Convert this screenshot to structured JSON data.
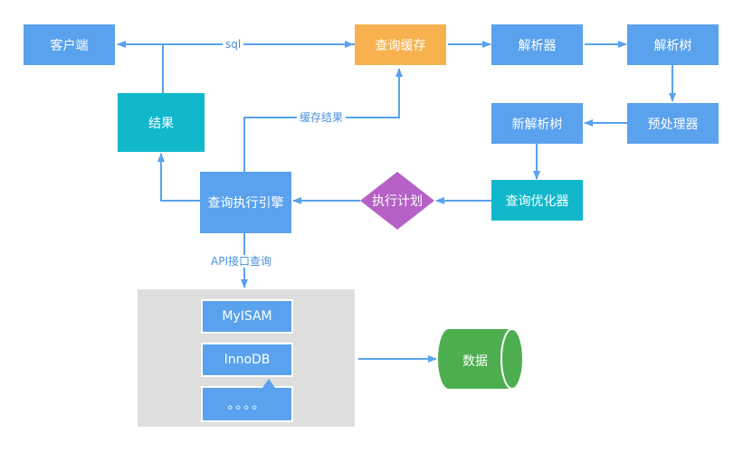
{
  "nodes": {
    "client": "客户端",
    "query_cache": "查询缓存",
    "parser": "解析器",
    "parse_tree": "解析树",
    "result": "结果",
    "new_parse_tree": "新解析树",
    "preprocessor": "预处理器",
    "execution_engine": "查询执行引擎",
    "execution_plan": "执行计划",
    "query_optimizer": "查询优化器",
    "data": "数据"
  },
  "storage_engines": [
    "MyISAM",
    "InnoDB",
    "。。。。"
  ],
  "edge_labels": {
    "sql": "sql",
    "cache_result": "缓存结果",
    "api_query": "API接口查询"
  },
  "colors": {
    "blue": "#5aa2ee",
    "teal": "#11b8cc",
    "orange": "#f7b24f",
    "purple": "#b561c6",
    "green": "#4cae4f",
    "panel": "#dedede",
    "arrow": "#5aa2ee"
  }
}
